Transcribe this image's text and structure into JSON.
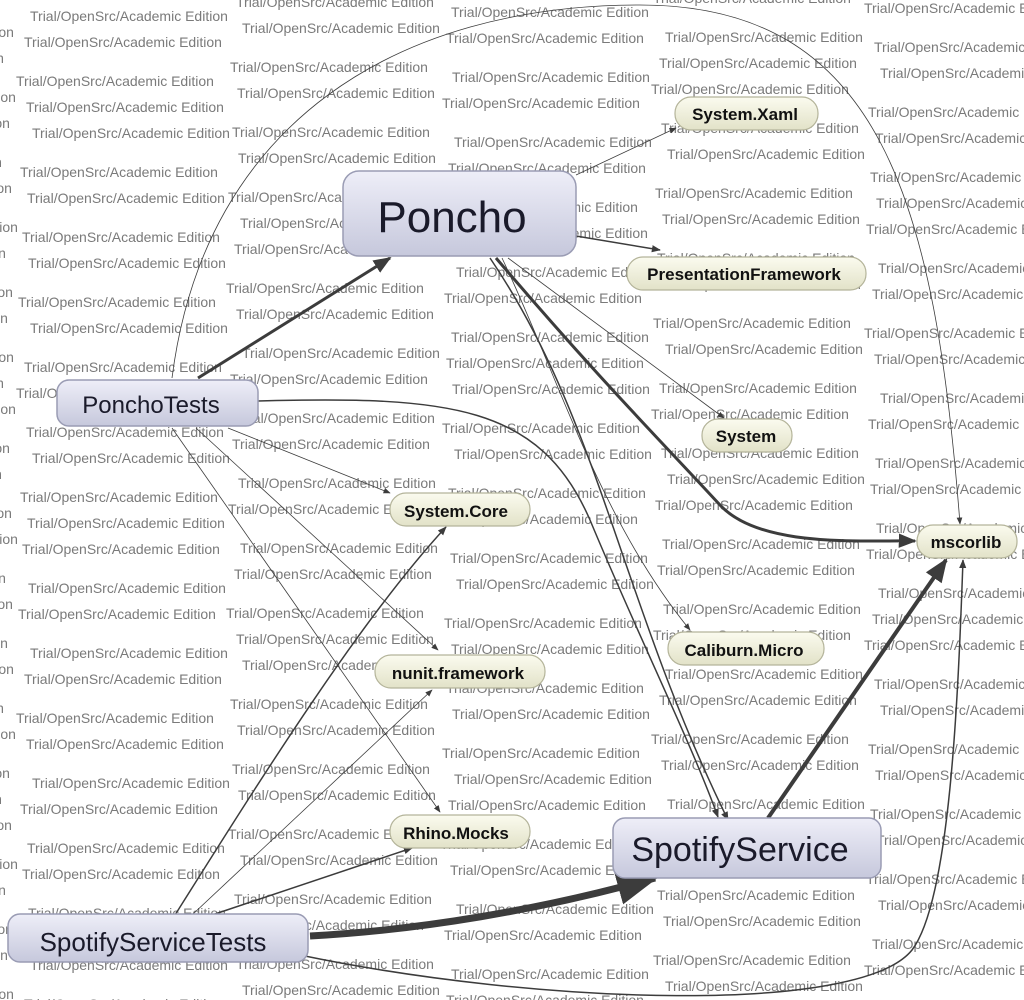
{
  "watermark": "Trial/OpenSrc/Academic Edition",
  "colors": {
    "project_node_fill_top": "#eeeef8",
    "project_node_fill_bottom": "#c6c8dc",
    "project_node_stroke": "#9a9cb4",
    "assembly_node_fill_top": "#fbfbef",
    "assembly_node_fill_bottom": "#e2e2c8",
    "assembly_node_stroke": "#b4b49a",
    "edge": "#3c3c3c",
    "watermark": "#7a7a7a"
  },
  "nodes": {
    "poncho": {
      "label": "Poncho",
      "kind": "project"
    },
    "ponchotests": {
      "label": "PonchoTests",
      "kind": "project"
    },
    "spotifyservice": {
      "label": "SpotifyService",
      "kind": "project"
    },
    "spotifyservicetests": {
      "label": "SpotifyServiceTests",
      "kind": "project"
    },
    "systemxaml": {
      "label": "System.Xaml",
      "kind": "assembly"
    },
    "presentationframework": {
      "label": "PresentationFramework",
      "kind": "assembly"
    },
    "system": {
      "label": "System",
      "kind": "assembly"
    },
    "mscorlib": {
      "label": "mscorlib",
      "kind": "assembly"
    },
    "systemcore": {
      "label": "System.Core",
      "kind": "assembly"
    },
    "caliburnmicro": {
      "label": "Caliburn.Micro",
      "kind": "assembly"
    },
    "nunitframework": {
      "label": "nunit.framework",
      "kind": "assembly"
    },
    "rhinomocks": {
      "label": "Rhino.Mocks",
      "kind": "assembly"
    }
  },
  "edges": [
    {
      "from": "ponchotests",
      "to": "poncho"
    },
    {
      "from": "ponchotests",
      "to": "mscorlib"
    },
    {
      "from": "ponchotests",
      "to": "spotifyservice"
    },
    {
      "from": "ponchotests",
      "to": "systemcore"
    },
    {
      "from": "ponchotests",
      "to": "nunitframework"
    },
    {
      "from": "ponchotests",
      "to": "rhinomocks"
    },
    {
      "from": "poncho",
      "to": "systemxaml"
    },
    {
      "from": "poncho",
      "to": "presentationframework"
    },
    {
      "from": "poncho",
      "to": "system"
    },
    {
      "from": "poncho",
      "to": "mscorlib"
    },
    {
      "from": "poncho",
      "to": "caliburnmicro"
    },
    {
      "from": "poncho",
      "to": "spotifyservice"
    },
    {
      "from": "spotifyservice",
      "to": "mscorlib"
    },
    {
      "from": "spotifyservicetests",
      "to": "spotifyservice"
    },
    {
      "from": "spotifyservicetests",
      "to": "systemcore"
    },
    {
      "from": "spotifyservicetests",
      "to": "nunitframework"
    },
    {
      "from": "spotifyservicetests",
      "to": "rhinomocks"
    },
    {
      "from": "spotifyservicetests",
      "to": "mscorlib"
    }
  ]
}
